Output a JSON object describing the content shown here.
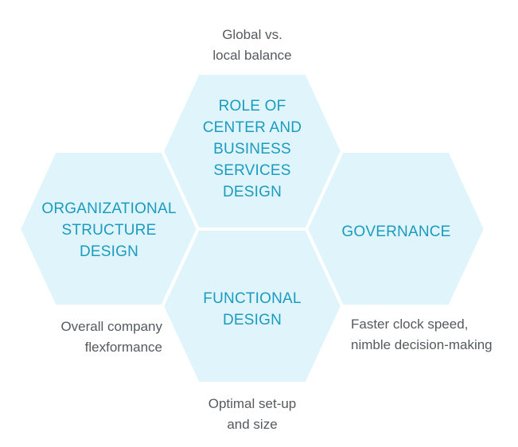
{
  "colors": {
    "hex_fill": "#dff5fb",
    "hex_border": "#ffffff",
    "hex_text": "#1a9bbf",
    "note_text": "#555a5e"
  },
  "hexagons": {
    "top": "ROLE OF\nCENTER AND\nBUSINESS\nSERVICES\nDESIGN",
    "left": "ORGANIZATIONAL\nSTRUCTURE\nDESIGN",
    "right": "GOVERNANCE",
    "bottom": "FUNCTIONAL\nDESIGN"
  },
  "notes": {
    "top": "Global vs.\nlocal balance",
    "left": "Overall company\nflexformance",
    "right": "Faster clock speed,\nnimble decision-making",
    "bottom": "Optimal set-up\nand size"
  }
}
